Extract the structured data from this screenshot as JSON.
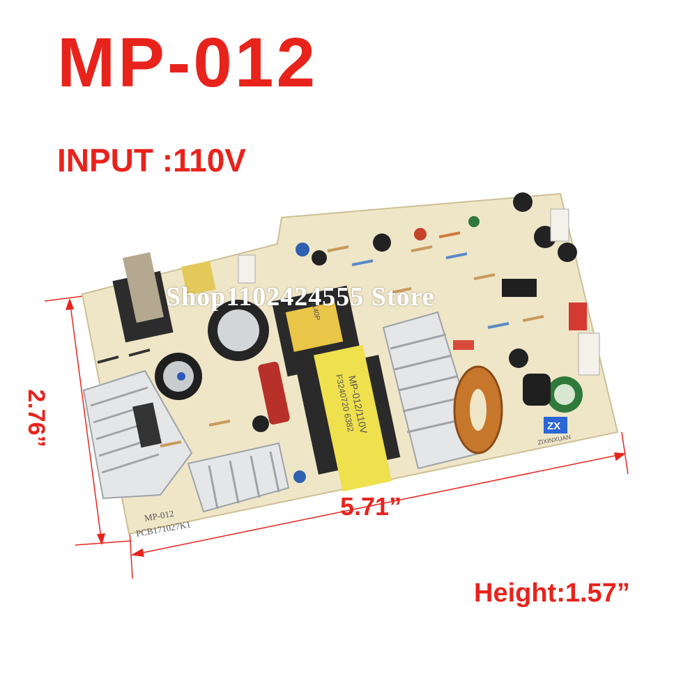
{
  "title": "MP-012",
  "input_label": "INPUT :110V",
  "width_dimension": "5.71”",
  "depth_dimension": "2.76”",
  "height_label": "Height:1.57”",
  "watermark": "Shop1102424555 Store",
  "board_markings": {
    "model": "MP-012",
    "pcb_code": "PCB171027K1",
    "transformer_label": "MP-012/110V",
    "transformer_code": "F3240720 6382",
    "logo_text": "ZX",
    "brand_text": "ZIXINXUAN",
    "inductor_label": "11140P"
  },
  "colors": {
    "label_red": "#e8231c",
    "pcb": "#efe6c8",
    "heatsink": "#e4e6e8"
  }
}
